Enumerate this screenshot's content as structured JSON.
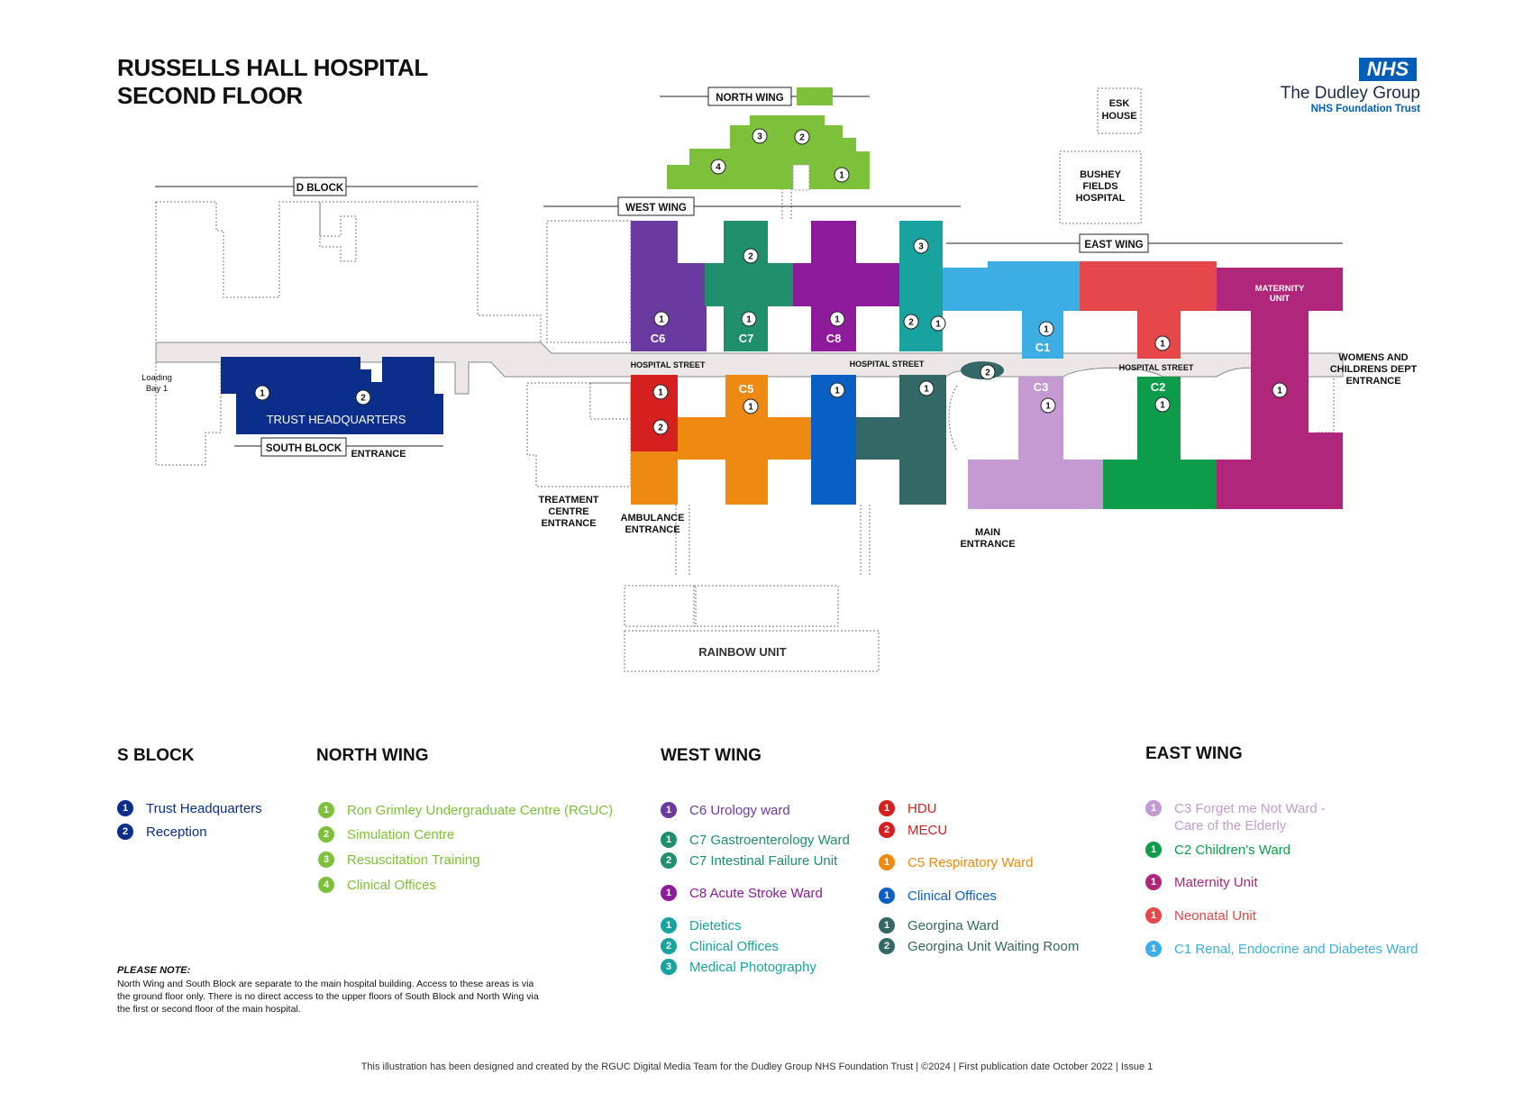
{
  "title": {
    "line1": "RUSSELLS HALL HOSPITAL",
    "line2": "SECOND FLOOR"
  },
  "logo": {
    "badge": "NHS",
    "org": "The Dudley Group",
    "sub": "NHS Foundation Trust"
  },
  "colors": {
    "s_block": "#0a2e8a",
    "north_wing": "#7dc13a",
    "c6": "#6b3aa0",
    "c7": "#1f8f6e",
    "c8": "#8e1a9c",
    "c8_east": "#18a3a0",
    "hdu": "#d6201f",
    "c5": "#ee8a12",
    "west_blue": "#0a5fc4",
    "georgina": "#336866",
    "c1": "#3daee3",
    "neonatal": "#e6474a",
    "c3": "#c59ad3",
    "c2": "#0d9d4a",
    "maternity": "#b0267a",
    "street": "#ede6e6"
  },
  "map_labels": {
    "north_wing": "NORTH WING",
    "d_block": "D BLOCK",
    "west_wing": "WEST WING",
    "east_wing": "EAST WING",
    "south_block": "SOUTH BLOCK",
    "entrance": "ENTRANCE",
    "esk_house": [
      "ESK",
      "HOUSE"
    ],
    "bushey": [
      "BUSHEY",
      "FIELDS",
      "HOSPITAL"
    ],
    "loading_bay": [
      "Loading",
      "Bay 1"
    ],
    "trust_hq": "TRUST HEADQUARTERS",
    "hospital_street": "HOSPITAL STREET",
    "treatment_entrance": [
      "TREATMENT",
      "CENTRE",
      "ENTRANCE"
    ],
    "ambulance_entrance": [
      "AMBULANCE",
      "ENTRANCE"
    ],
    "main_entrance": [
      "MAIN",
      "ENTRANCE"
    ],
    "womens_entrance": [
      "WOMENS AND",
      "CHILDRENS DEPT",
      "ENTRANCE"
    ],
    "maternity_unit": [
      "MATERNITY",
      "UNIT"
    ],
    "rainbow_unit": "RAINBOW UNIT",
    "ward_codes": {
      "c6": "C6",
      "c7": "C7",
      "c8": "C8",
      "c5": "C5",
      "c1": "C1",
      "c3": "C3",
      "c2": "C2"
    }
  },
  "legend": {
    "s_block": {
      "heading": "S BLOCK",
      "items": [
        {
          "n": "1",
          "label": "Trust Headquarters"
        },
        {
          "n": "2",
          "label": "Reception"
        }
      ]
    },
    "north_wing": {
      "heading": "NORTH WING",
      "items": [
        {
          "n": "1",
          "label": "Ron Grimley Undergraduate Centre (RGUC)"
        },
        {
          "n": "2",
          "label": "Simulation Centre"
        },
        {
          "n": "3",
          "label": "Resuscitation Training"
        },
        {
          "n": "4",
          "label": "Clinical Offices"
        }
      ]
    },
    "west_wing": {
      "heading": "WEST WING",
      "c6": [
        {
          "n": "1",
          "label": "C6 Urology ward"
        }
      ],
      "c7": [
        {
          "n": "1",
          "label": "C7 Gastroenterology Ward"
        },
        {
          "n": "2",
          "label": "C7 Intestinal Failure Unit"
        }
      ],
      "c8": [
        {
          "n": "1",
          "label": "C8 Acute Stroke Ward"
        }
      ],
      "c8_east": [
        {
          "n": "1",
          "label": "Dietetics"
        },
        {
          "n": "2",
          "label": "Clinical Offices"
        },
        {
          "n": "3",
          "label": "Medical Photography"
        }
      ],
      "red": [
        {
          "n": "1",
          "label": "HDU"
        },
        {
          "n": "2",
          "label": "MECU"
        }
      ],
      "c5": [
        {
          "n": "1",
          "label": "C5 Respiratory Ward"
        }
      ],
      "blue": [
        {
          "n": "1",
          "label": "Clinical Offices"
        }
      ],
      "georgina": [
        {
          "n": "1",
          "label": "Georgina Ward"
        },
        {
          "n": "2",
          "label": "Georgina Unit Waiting Room"
        }
      ]
    },
    "east_wing": {
      "heading": "EAST WING",
      "c3": [
        {
          "n": "1",
          "label": "C3 Forget me Not Ward -",
          "label2": "Care of the Elderly"
        }
      ],
      "c2": [
        {
          "n": "1",
          "label": "C2 Children's Ward"
        }
      ],
      "maternity": [
        {
          "n": "1",
          "label": "Maternity Unit"
        }
      ],
      "neonatal": [
        {
          "n": "1",
          "label": "Neonatal Unit"
        }
      ],
      "c1": [
        {
          "n": "1",
          "label": "C1 Renal, Endocrine and Diabetes Ward"
        }
      ]
    }
  },
  "note": {
    "heading": "PLEASE NOTE:",
    "body": "North Wing and South Block are separate to the main hospital building. Access to these areas is via the ground floor only. There is no direct access to the upper floors of South Block and North Wing via the first or second floor of the main hospital."
  },
  "footer": "This illustration has been designed and created by the RGUC Digital Media Team for the Dudley Group NHS Foundation Trust | ©2024 | First publication date October 2022 | Issue 1"
}
